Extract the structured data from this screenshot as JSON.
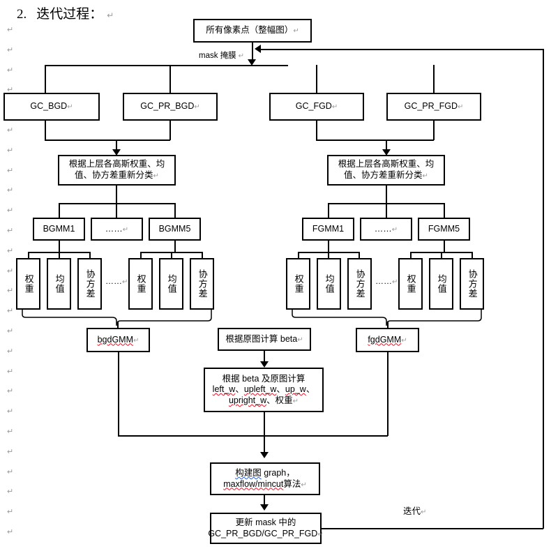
{
  "document": {
    "heading_number": "2.",
    "heading_text": "迭代过程：",
    "paragraph_mark": "↵"
  },
  "flow": {
    "root": {
      "label": "所有像素点（整幅图）"
    },
    "mask_label": "mask 掩膜",
    "iterate_label": "迭代",
    "mask_classes": [
      {
        "id": "gc-bgd",
        "label": "GC_BGD"
      },
      {
        "id": "gc-pr-bgd",
        "label": "GC_PR_BGD"
      },
      {
        "id": "gc-fgd",
        "label": "GC_FGD"
      },
      {
        "id": "gc-pr-fgd",
        "label": "GC_PR_FGD"
      }
    ],
    "reclassify": {
      "bg": {
        "line1": "根据上层各高斯权重、均",
        "line2": "值、协方差重新分类"
      },
      "fg": {
        "line1": "根据上层各高斯权重、均",
        "line2": "值、协方差重新分类"
      }
    },
    "bg_components": [
      {
        "label": "BGMM1"
      },
      {
        "label": "……"
      },
      {
        "label": "BGMM5"
      }
    ],
    "fg_components": [
      {
        "label": "FGMM1"
      },
      {
        "label": "……"
      },
      {
        "label": "FGMM5"
      }
    ],
    "params": [
      "权重",
      "均值",
      "协方差"
    ],
    "ellipsis": "……",
    "bg_gmm": {
      "label": "bgdGMM",
      "spell_error": true
    },
    "fg_gmm": {
      "label": "fgdGMM",
      "spell_error": true
    },
    "beta": {
      "label": "根据原图计算 beta"
    },
    "weights": {
      "line1": "根据 beta 及原图计算",
      "line2_a": "left_w",
      "line2_b": "upleft_w",
      "line2_c": "up_w",
      "line3_a": "upright_w",
      "line3_b": "权重",
      "sep": "、"
    },
    "graph_cut": {
      "line1_a": "构建图",
      "line1_b": "graph，",
      "line2_a": "maxflow/mincut",
      "line2_b": "算法"
    },
    "update_mask": {
      "line1": "更新 mask 中的",
      "line2": "GC_PR_BGD/GC_PR_FGD"
    }
  },
  "colors": {
    "stroke": "#000000",
    "background": "#ffffff",
    "pilcrow": "#9a9a9a",
    "spell_red": "#e81123",
    "grammar_blue": "#2b5fd9"
  },
  "margin_marks": {
    "symbol": "↵",
    "count": 26
  }
}
